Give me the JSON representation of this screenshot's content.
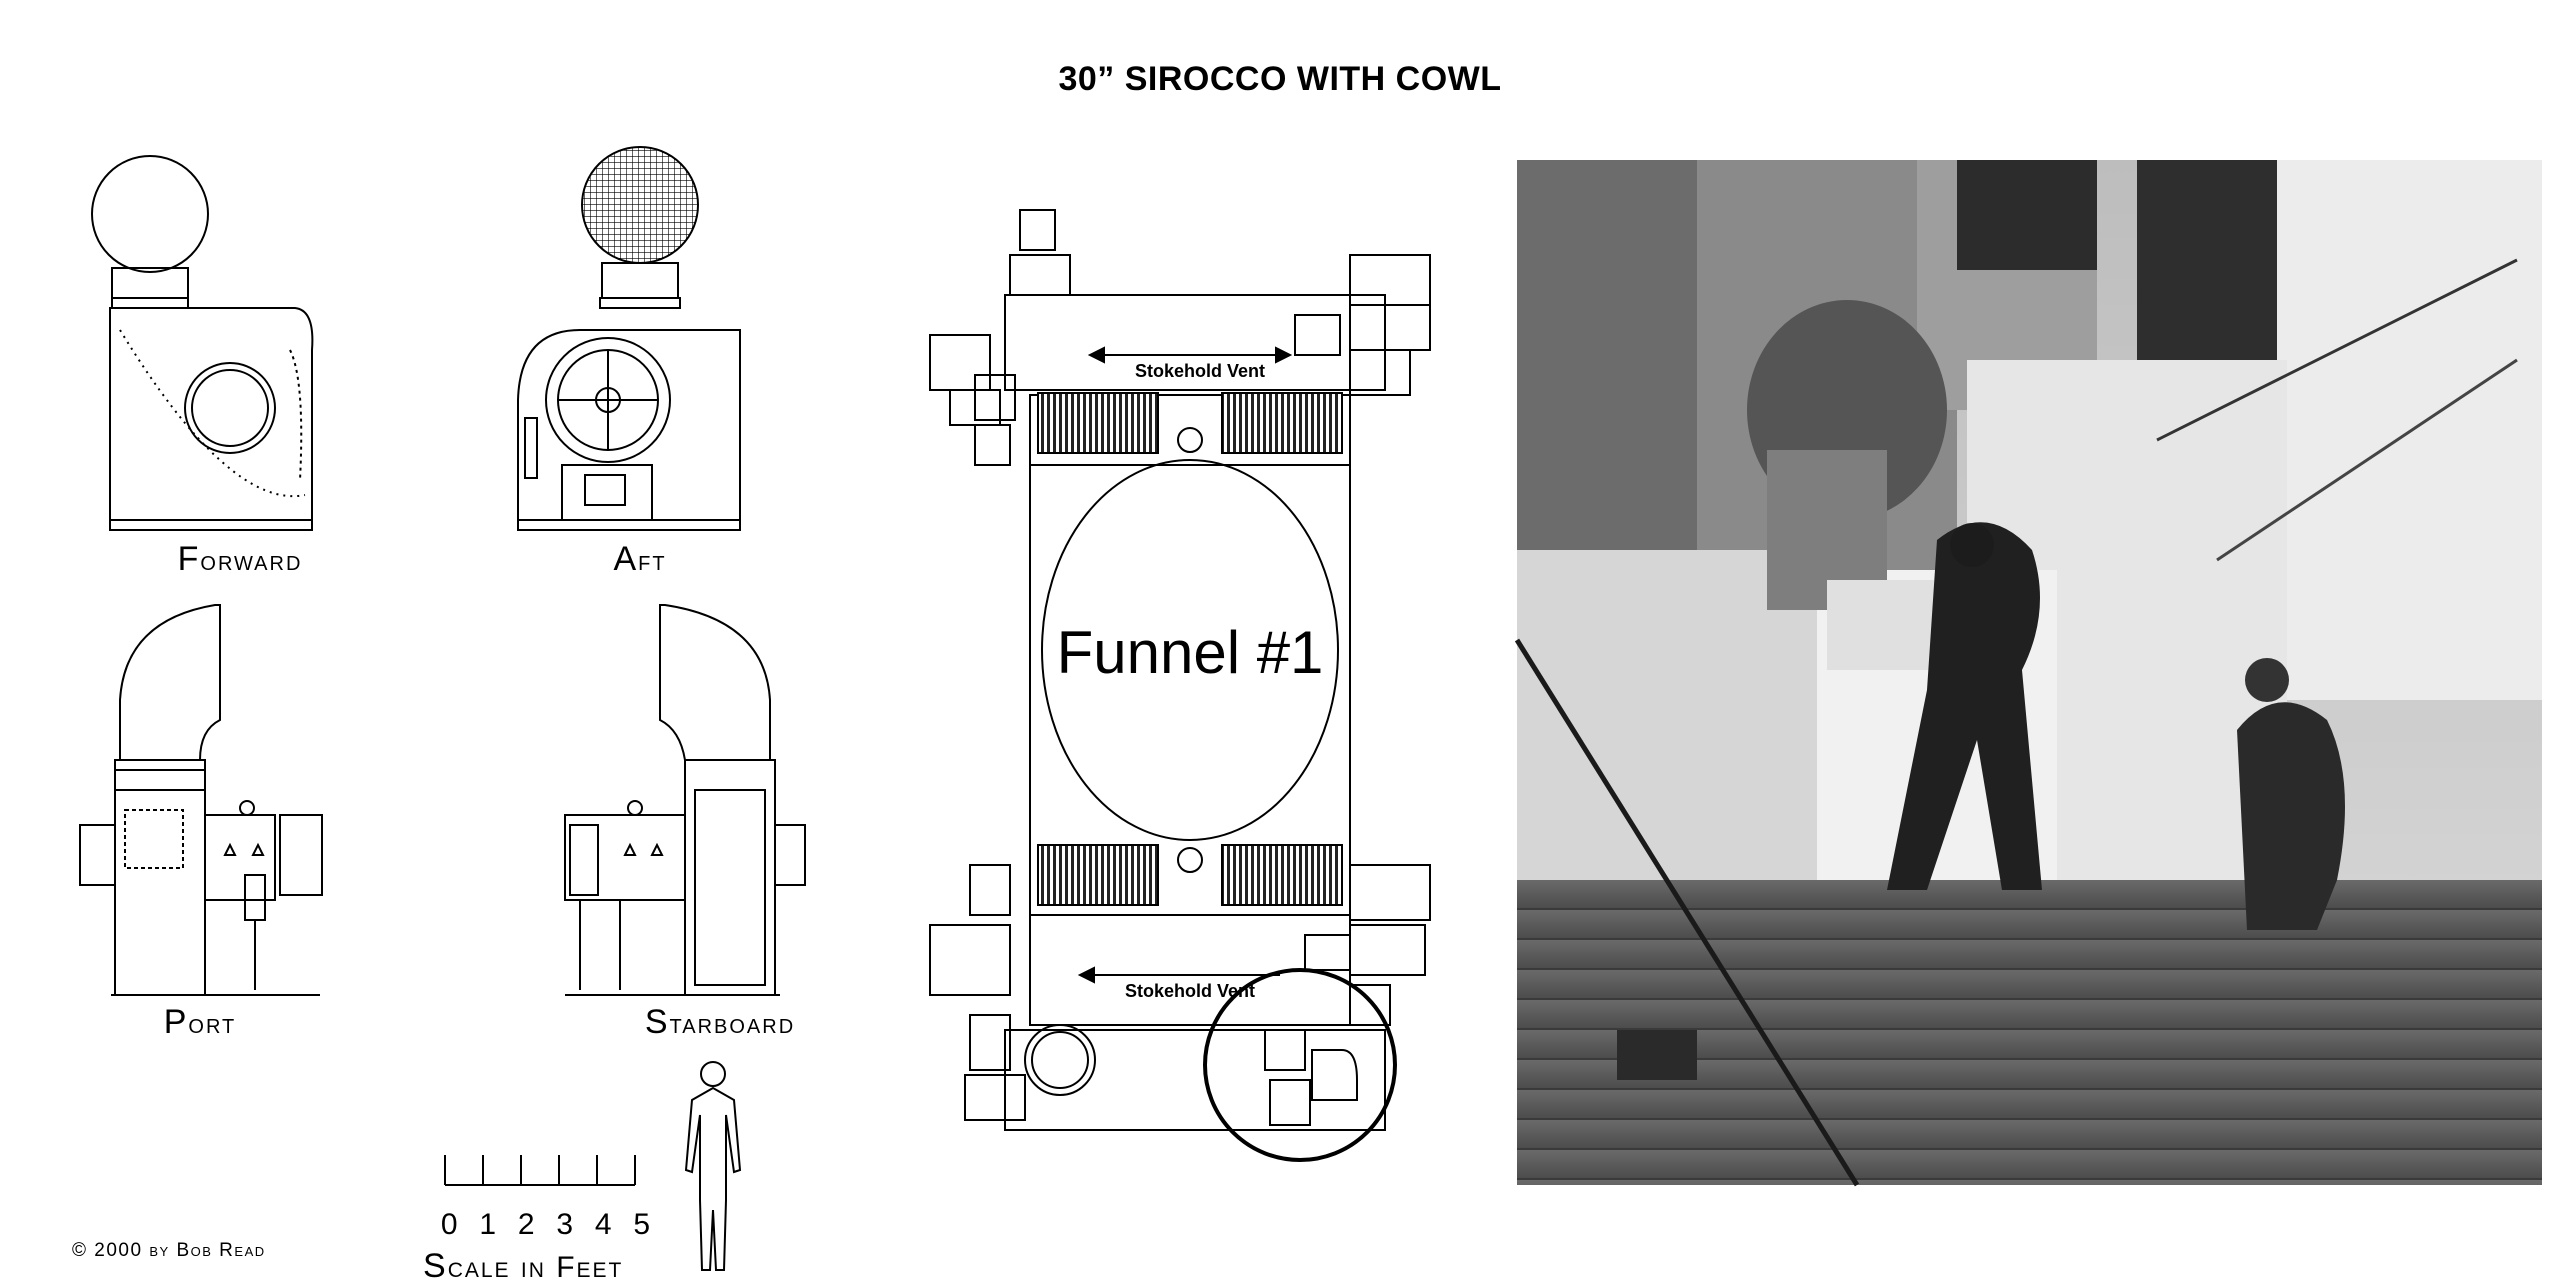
{
  "title": "30” SIROCCO WITH COWL",
  "views": {
    "forward": "Forward",
    "aft": "Aft",
    "port": "Port",
    "starboard": "Starboard"
  },
  "plan": {
    "funnel_label": "Funnel #1",
    "vent_top": "Stokehold Vent",
    "vent_bottom": "Stokehold Vent"
  },
  "scale": {
    "numbers": [
      "0",
      "1",
      "2",
      "3",
      "4",
      "5"
    ],
    "label": "Scale in Feet"
  },
  "copyright": "© 2000 by Bob Read",
  "photo": {
    "description_icon": "photo-of-deck-ventilator"
  }
}
